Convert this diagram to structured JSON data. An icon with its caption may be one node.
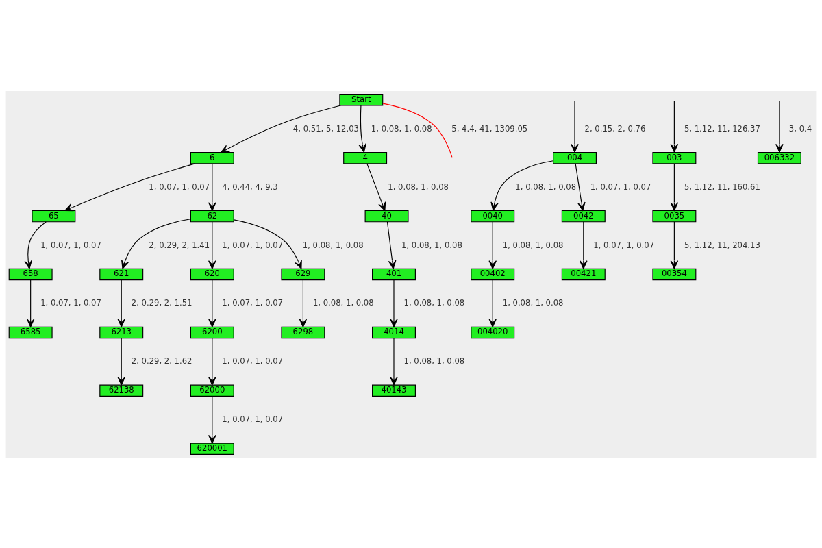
{
  "diagram": {
    "nodes": [
      {
        "text": [
          "Start"
        ]
      },
      {
        "text": [
          "6"
        ]
      },
      {
        "text": [
          "4"
        ]
      },
      {
        "text": [
          "65"
        ]
      },
      {
        "text": [
          "62"
        ]
      },
      {
        "text": [
          "40"
        ]
      },
      {
        "text": [
          "004"
        ]
      },
      {
        "text": [
          "003"
        ]
      },
      {
        "text": [
          "658"
        ]
      },
      {
        "text": [
          "621"
        ]
      },
      {
        "text": [
          "620"
        ]
      },
      {
        "text": [
          "629"
        ]
      },
      {
        "text": [
          "401"
        ]
      },
      {
        "text": [
          "6585"
        ]
      },
      {
        "text": [
          "6213"
        ]
      },
      {
        "text": [
          "6200"
        ]
      },
      {
        "text": [
          "6298"
        ]
      },
      {
        "text": [
          "4014"
        ]
      },
      {
        "text": [
          "0040"
        ]
      },
      {
        "text": [
          "0042"
        ]
      },
      {
        "text": [
          "0035"
        ]
      },
      {
        "text": [
          "62138"
        ]
      },
      {
        "text": [
          "62000"
        ]
      },
      {
        "text": [
          "40143"
        ]
      },
      {
        "text": [
          "00402"
        ]
      },
      {
        "text": [
          "00421"
        ]
      },
      {
        "text": [
          "00354"
        ]
      },
      {
        "text": [
          "620001"
        ]
      },
      {
        "text": [
          "004020"
        ]
      },
      {
        "text": [
          "006332"
        ]
      }
    ],
    "edges": [
      {
        "from": 0,
        "to": 1,
        "arrow": "to",
        "label": "4, 0.51, 5, 12.03"
      },
      {
        "from": 0,
        "to": 2,
        "arrow": "to",
        "label": "1, 0.08, 1, 0.08"
      },
      {
        "from": 0,
        "to": null,
        "arrow": "none",
        "label": "5, 4.4, 41, 1309.05",
        "color": "#ff0000"
      },
      {
        "from": 1,
        "to": 3,
        "arrow": "to",
        "label": "1, 0.07, 1, 0.07"
      },
      {
        "from": 1,
        "to": 4,
        "arrow": "to",
        "label": "4, 0.44, 4, 9.3"
      },
      {
        "from": 2,
        "to": 5,
        "arrow": "to",
        "label": "1, 0.08, 1, 0.08"
      },
      {
        "from": null,
        "to": 6,
        "arrow": "to",
        "label": "2, 0.15, 2, 0.76"
      },
      {
        "from": null,
        "to": 7,
        "arrow": "to",
        "label": "5, 1.12, 11, 126.37"
      },
      {
        "from": 3,
        "to": 8,
        "arrow": "to",
        "label": "1, 0.07, 1, 0.07"
      },
      {
        "from": 4,
        "to": 9,
        "arrow": "to",
        "label": "2, 0.29, 2, 1.41"
      },
      {
        "from": 4,
        "to": 10,
        "arrow": "to",
        "label": "1, 0.07, 1, 0.07"
      },
      {
        "from": 4,
        "to": 11,
        "arrow": "to",
        "label": "1, 0.08, 1, 0.08"
      },
      {
        "from": 5,
        "to": 12,
        "arrow": "to",
        "label": "1, 0.08, 1, 0.08"
      },
      {
        "from": 6,
        "to": 18,
        "arrow": "to",
        "label": "1, 0.08, 1, 0.08"
      },
      {
        "from": 6,
        "to": 19,
        "arrow": "to",
        "label": "1, 0.07, 1, 0.07"
      },
      {
        "from": 7,
        "to": 20,
        "arrow": "to",
        "label": "5, 1.12, 11, 160.61"
      },
      {
        "from": 8,
        "to": 13,
        "arrow": "to",
        "label": "1, 0.07, 1, 0.07"
      },
      {
        "from": 9,
        "to": 14,
        "arrow": "to",
        "label": "2, 0.29, 2, 1.51"
      },
      {
        "from": 10,
        "to": 15,
        "arrow": "to",
        "label": "1, 0.07, 1, 0.07"
      },
      {
        "from": 11,
        "to": 16,
        "arrow": "to",
        "label": "1, 0.08, 1, 0.08"
      },
      {
        "from": 12,
        "to": 17,
        "arrow": "to",
        "label": "1, 0.08, 1, 0.08"
      },
      {
        "from": 14,
        "to": 21,
        "arrow": "to",
        "label": "2, 0.29, 2, 1.62"
      },
      {
        "from": 15,
        "to": 22,
        "arrow": "to",
        "label": "1, 0.07, 1, 0.07"
      },
      {
        "from": 17,
        "to": 23,
        "arrow": "to",
        "label": "1, 0.08, 1, 0.08"
      },
      {
        "from": 18,
        "to": 24,
        "arrow": "to",
        "label": "1, 0.08, 1, 0.08"
      },
      {
        "from": 19,
        "to": 25,
        "arrow": "to",
        "label": "1, 0.07, 1, 0.07"
      },
      {
        "from": 20,
        "to": 26,
        "arrow": "to",
        "label": "5, 1.12, 11, 204.13"
      },
      {
        "from": 22,
        "to": 27,
        "arrow": "to",
        "label": "1, 0.07, 1, 0.07"
      },
      {
        "from": 24,
        "to": 28,
        "arrow": "to",
        "label": "1, 0.08, 1, 0.08"
      },
      {
        "from": null,
        "to": 29,
        "arrow": "to",
        "label": "3, 0.4"
      }
    ]
  }
}
